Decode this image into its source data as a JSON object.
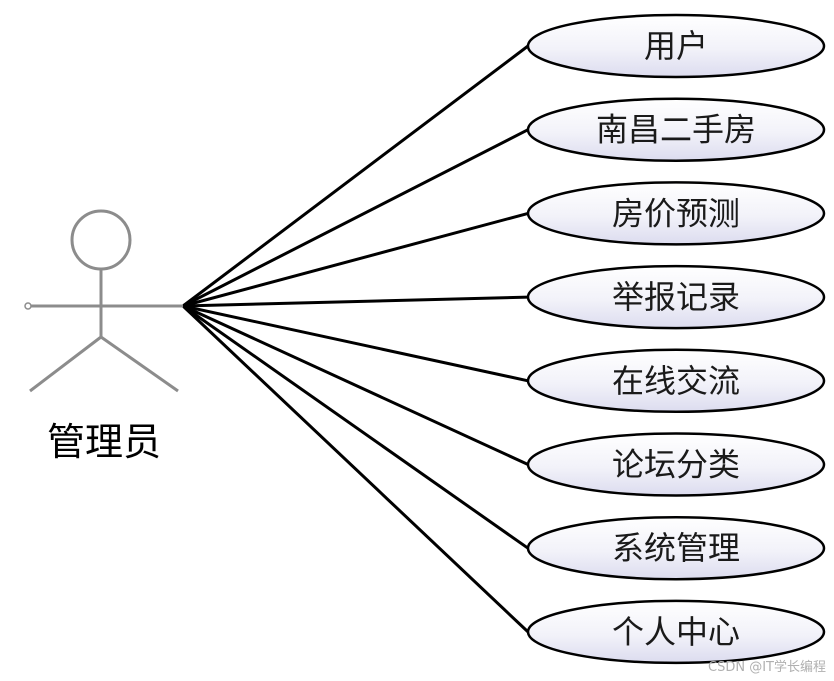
{
  "diagram": {
    "actor": {
      "label": "管理员"
    },
    "use_cases": [
      {
        "label": "用户"
      },
      {
        "label": "南昌二手房"
      },
      {
        "label": "房价预测"
      },
      {
        "label": "举报记录"
      },
      {
        "label": "在线交流"
      },
      {
        "label": "论坛分类"
      },
      {
        "label": "系统管理"
      },
      {
        "label": "个人中心"
      }
    ],
    "colors": {
      "line": "#000000",
      "actor_stroke": "#8c8c8c",
      "ellipse_fill_light": "#ffffff",
      "ellipse_fill_dark": "#dcdcef"
    }
  },
  "watermark": "CSDN @IT学长编程"
}
